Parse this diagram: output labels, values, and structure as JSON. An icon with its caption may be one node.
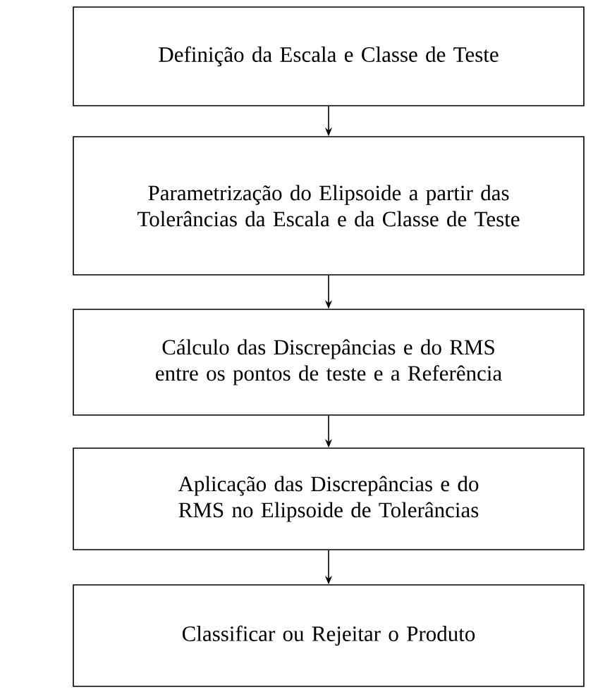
{
  "diagram": {
    "nodes": [
      {
        "text": [
          "Definição da Escala e Classe de Teste"
        ]
      },
      {
        "text": [
          "Parametrização do Elipsoide a partir das Tolerâncias da Escala e da Classe de Teste"
        ]
      },
      {
        "text": [
          "Cálculo das Discrepâncias e do RMS entre os pontos de teste e a Referência"
        ]
      },
      {
        "text": [
          "Aplicação das Discrepâncias e do RMS no Elipsoide de Tolerâncias"
        ]
      },
      {
        "text": [
          "Classificar ou Rejeitar o Produto"
        ]
      }
    ],
    "edges": [
      {
        "from": 0,
        "to": 1,
        "arrow": "to"
      },
      {
        "from": 1,
        "to": 2,
        "arrow": "to"
      },
      {
        "from": 2,
        "to": 3,
        "arrow": "to"
      },
      {
        "from": 3,
        "to": 4,
        "arrow": "to"
      }
    ]
  }
}
